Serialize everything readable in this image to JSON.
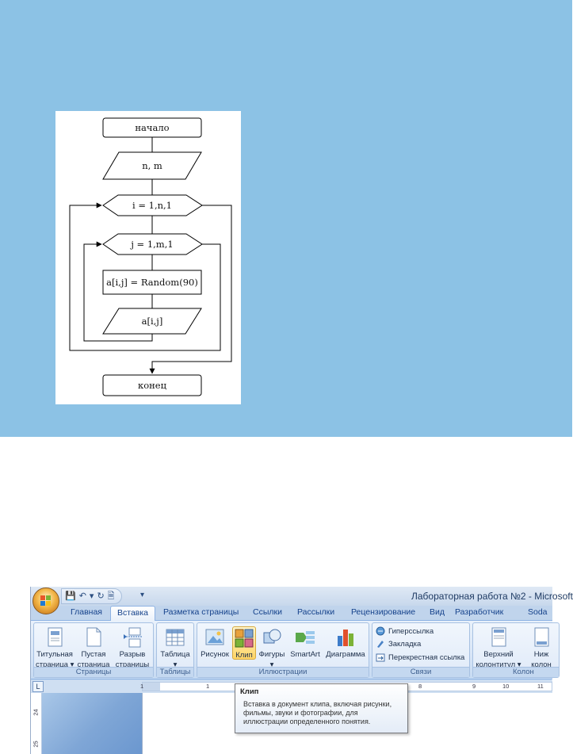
{
  "flowchart": {
    "start": "начало",
    "input": "n, m",
    "outer_loop": "i = 1,n,1",
    "inner_loop": "j = 1,m,1",
    "assign": "a[i,j] = Random(90)",
    "output": "a[i,j]",
    "end": "конец"
  },
  "word": {
    "window_title": "Лабораторная работа №2 - Microsoft",
    "tabs": [
      "Главная",
      "Вставка",
      "Разметка страницы",
      "Ссылки",
      "Рассылки",
      "Рецензирование",
      "Вид",
      "Разработчик",
      "Soda"
    ],
    "active_tab": "Вставка",
    "groups": {
      "pages": {
        "label": "Страницы",
        "buttons": [
          {
            "line1": "Титульная",
            "line2": "страница ▾"
          },
          {
            "line1": "Пустая",
            "line2": "страница"
          },
          {
            "line1": "Разрыв",
            "line2": "страницы"
          }
        ]
      },
      "tables": {
        "label": "Таблицы",
        "button": "Таблица",
        "arrow": "▾"
      },
      "illustrations": {
        "label": "Иллюстрации",
        "buttons": [
          "Рисунок",
          "Клип",
          "Фигуры",
          "SmartArt",
          "Диаграмма"
        ],
        "shapes_arrow": "▾"
      },
      "links": {
        "label": "Связи",
        "buttons": [
          "Гиперссылка",
          "Закладка",
          "Перекрестная ссылка"
        ]
      },
      "header_footer": {
        "label": "Колон",
        "buttons": [
          {
            "line1": "Верхний",
            "line2": "колонтитул ▾"
          },
          {
            "line1": "Ниж",
            "line2": "колон"
          }
        ]
      }
    },
    "tooltip": {
      "title": "Клип",
      "body": "Вставка в документ клипа, включая рисунки, фильмы, звуки и фотографии, для иллюстрации определенного понятия."
    },
    "ruler": {
      "corner": "L",
      "numbers": [
        "1",
        "1",
        "8",
        "9",
        "10",
        "11"
      ],
      "vnumbers": [
        "24",
        "25"
      ]
    },
    "qat_dropdown": "▾"
  }
}
